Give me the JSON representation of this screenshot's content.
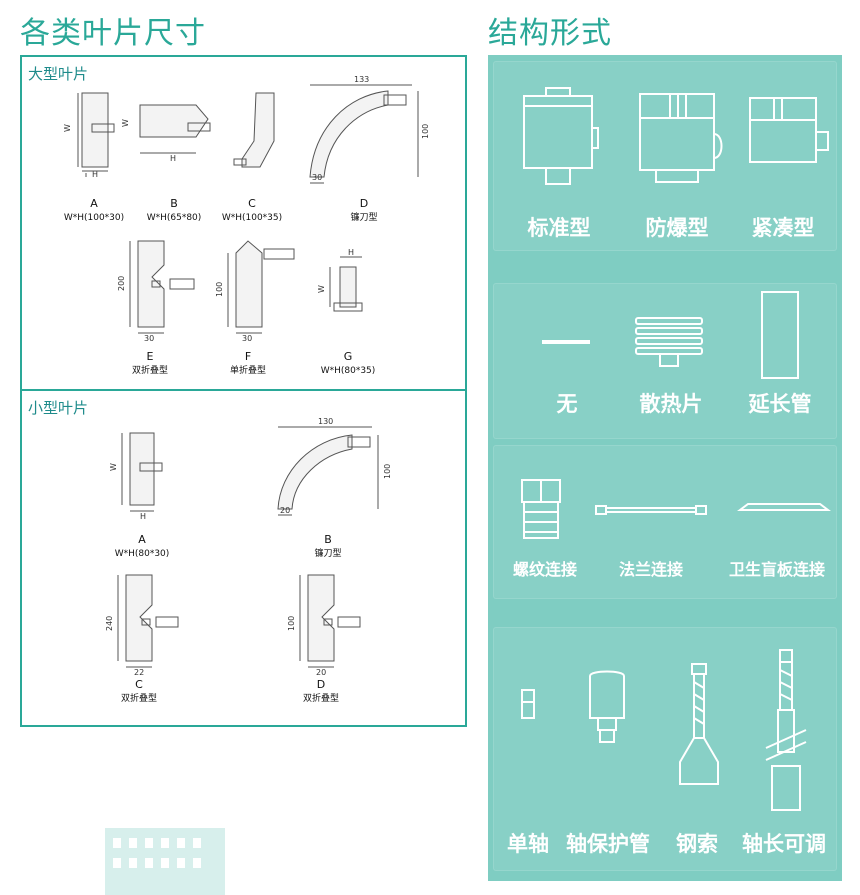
{
  "left": {
    "title": "各类叶片尺寸",
    "large": {
      "title": "大型叶片",
      "blades": [
        {
          "key": "A",
          "desc": "W*H(100*30)"
        },
        {
          "key": "B",
          "desc": "W*H(65*80)"
        },
        {
          "key": "C",
          "desc": "W*H(100*35)"
        },
        {
          "key": "D",
          "desc": "镰刀型"
        },
        {
          "key": "E",
          "desc": "双折叠型"
        },
        {
          "key": "F",
          "desc": "单折叠型"
        },
        {
          "key": "G",
          "desc": "W*H(80*35)"
        }
      ],
      "dims": {
        "w": "W",
        "h": "H",
        "d_width": "133",
        "d_height": "100",
        "d_base": "30",
        "e_height": "200",
        "e_base": "30",
        "f_height": "100",
        "f_base": "30"
      }
    },
    "small": {
      "title": "小型叶片",
      "blades": [
        {
          "key": "A",
          "desc": "W*H(80*30)"
        },
        {
          "key": "B",
          "desc": "镰刀型"
        },
        {
          "key": "C",
          "desc": "双折叠型"
        },
        {
          "key": "D",
          "desc": "双折叠型"
        }
      ],
      "dims": {
        "w": "W",
        "h": "H",
        "b_width": "130",
        "b_height": "100",
        "b_base": "20",
        "c_height": "240",
        "c_base": "22",
        "d_height": "100",
        "d_base": "20"
      }
    }
  },
  "right": {
    "title": "结构形式",
    "groups": [
      {
        "items": [
          {
            "label": "标准型",
            "icon": "standard-housing-icon"
          },
          {
            "label": "防爆型",
            "icon": "explosion-proof-housing-icon"
          },
          {
            "label": "紧凑型",
            "icon": "compact-housing-icon"
          }
        ]
      },
      {
        "items": [
          {
            "label": "无",
            "icon": "none-dash-icon"
          },
          {
            "label": "散热片",
            "icon": "heat-sink-icon"
          },
          {
            "label": "延长管",
            "icon": "extension-tube-icon"
          }
        ]
      },
      {
        "items": [
          {
            "label": "螺纹连接",
            "icon": "threaded-connection-icon"
          },
          {
            "label": "法兰连接",
            "icon": "flange-connection-icon"
          },
          {
            "label": "卫生盲板连接",
            "icon": "sanitary-blind-plate-icon"
          }
        ]
      },
      {
        "items": [
          {
            "label": "单轴",
            "icon": "single-shaft-icon"
          },
          {
            "label": "轴保护管",
            "icon": "shaft-protection-tube-icon"
          },
          {
            "label": "钢索",
            "icon": "steel-cable-icon"
          },
          {
            "label": "轴长可调",
            "icon": "adjustable-shaft-icon"
          }
        ]
      }
    ],
    "accent": "#2aa898",
    "panel_color": "#7fcdc2"
  }
}
